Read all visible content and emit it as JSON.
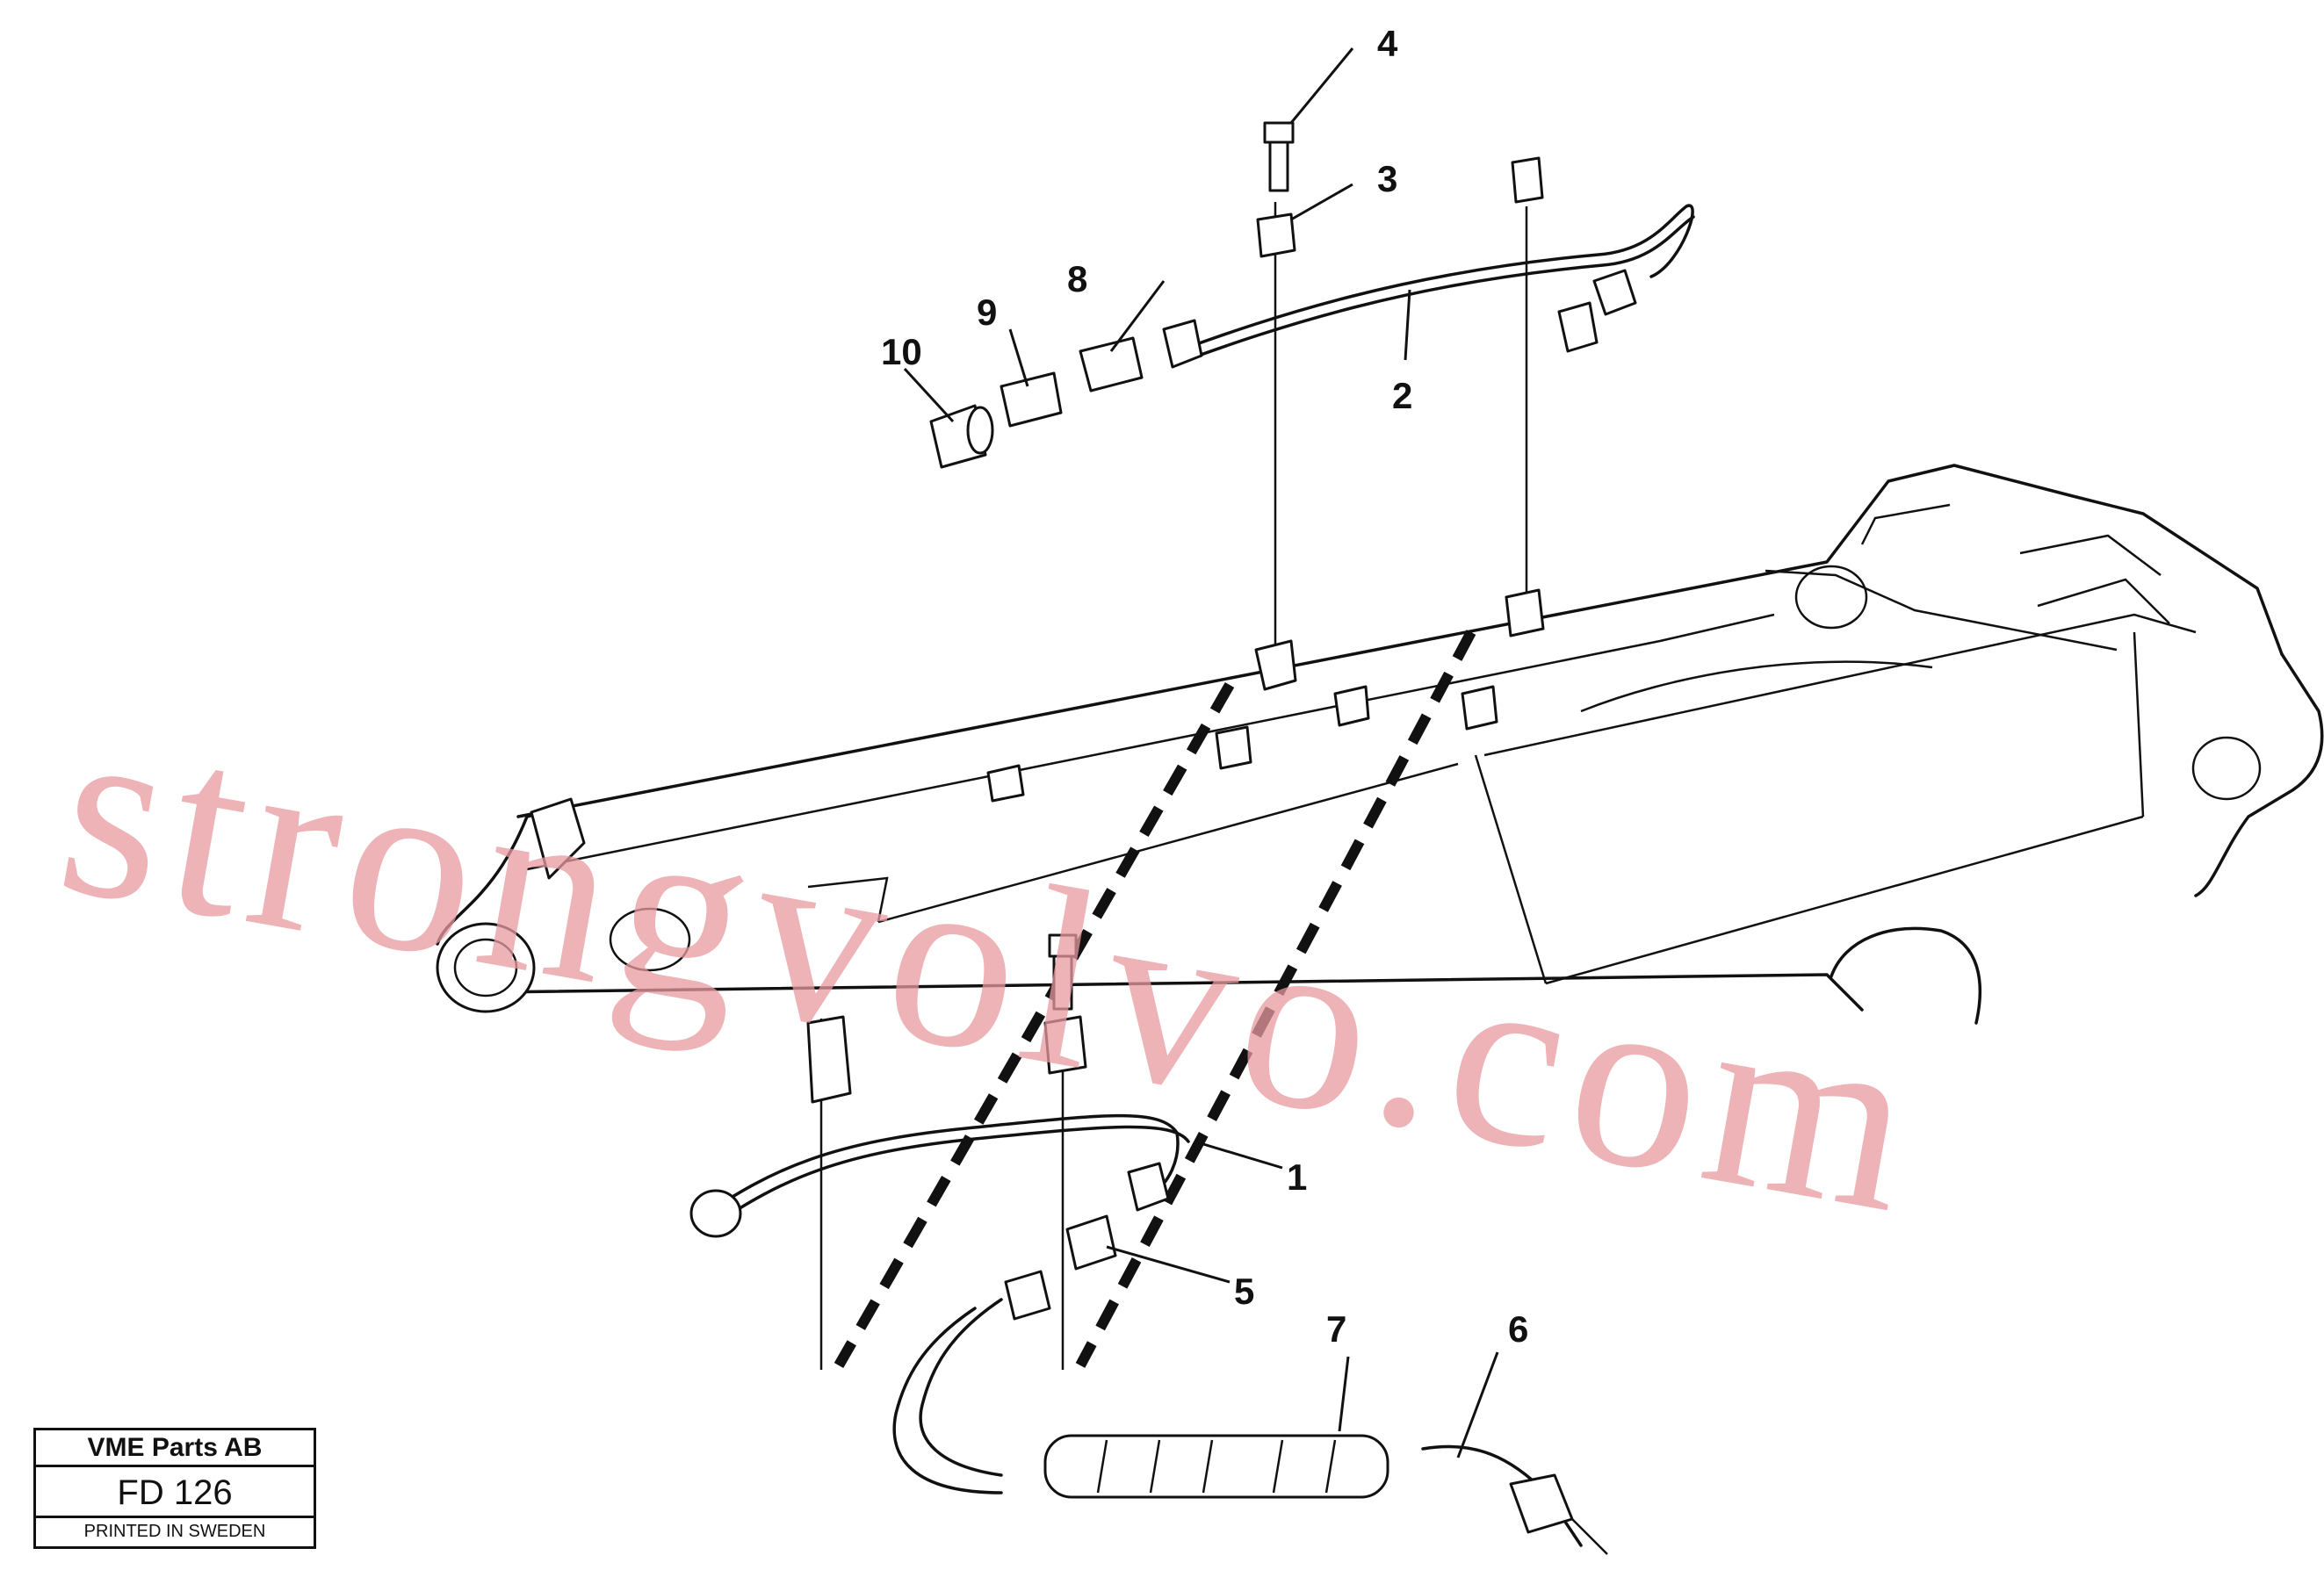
{
  "callouts": [
    {
      "id": "1",
      "label": "1"
    },
    {
      "id": "2",
      "label": "2"
    },
    {
      "id": "3",
      "label": "3"
    },
    {
      "id": "4",
      "label": "4"
    },
    {
      "id": "5",
      "label": "5"
    },
    {
      "id": "6",
      "label": "6"
    },
    {
      "id": "7",
      "label": "7"
    },
    {
      "id": "8",
      "label": "8"
    },
    {
      "id": "9",
      "label": "9"
    },
    {
      "id": "10",
      "label": "10"
    }
  ],
  "watermark": "strongvolvo.com",
  "title_block": {
    "company": "VME Parts AB",
    "figure_code": "FD 126",
    "footer": "PRINTED IN SWEDEN"
  }
}
